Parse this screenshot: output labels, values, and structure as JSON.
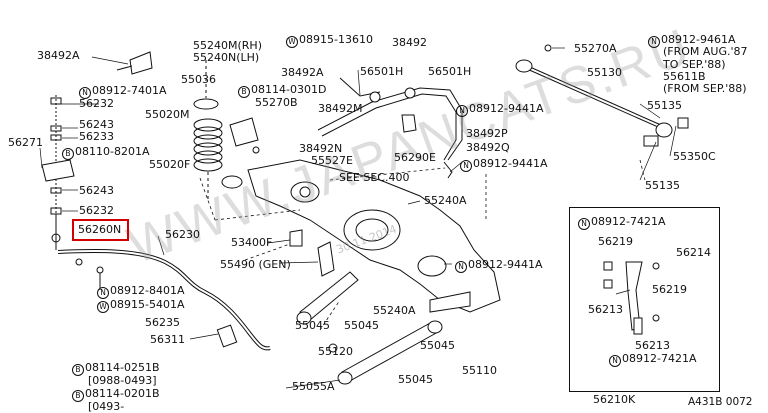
{
  "watermark": "WWW.JAPANCATS.RU",
  "watermark_date": "30.11.2014",
  "figure_code": "A431B 0072",
  "highlight": {
    "text": "56260N",
    "color": "#d40000"
  },
  "labels": [
    {
      "id": "38492a-left",
      "text": "38492A"
    },
    {
      "id": "n08912-7401a",
      "text": "08912-7401A",
      "prefix": "N"
    },
    {
      "id": "56232-top",
      "text": "56232"
    },
    {
      "id": "56243-top",
      "text": "56243"
    },
    {
      "id": "56233",
      "text": "56233"
    },
    {
      "id": "56271",
      "text": "56271"
    },
    {
      "id": "b08110-8201a",
      "text": "08110-8201A",
      "prefix": "B"
    },
    {
      "id": "56243-bot",
      "text": "56243"
    },
    {
      "id": "56232-bot",
      "text": "56232"
    },
    {
      "id": "n08912-8401a",
      "text": "08912-8401A",
      "prefix": "N"
    },
    {
      "id": "w08915-5401a",
      "text": "08915-5401A",
      "prefix": "W"
    },
    {
      "id": "56230",
      "text": "56230"
    },
    {
      "id": "56235",
      "text": "56235"
    },
    {
      "id": "56311",
      "text": "56311"
    },
    {
      "id": "b08114-0251b",
      "text": "08114-0251B",
      "prefix": "B"
    },
    {
      "id": "range-0988",
      "text": "[0988-0493]"
    },
    {
      "id": "b08114-0201b",
      "text": "08114-0201B",
      "prefix": "B"
    },
    {
      "id": "range-0493",
      "text": "[0493-"
    },
    {
      "id": "55240m",
      "text": "55240M(RH)"
    },
    {
      "id": "55240n",
      "text": "55240N(LH)"
    },
    {
      "id": "55036",
      "text": "55036"
    },
    {
      "id": "b08114-0301d",
      "text": "08114-0301D",
      "prefix": "B"
    },
    {
      "id": "55270b",
      "text": "55270B"
    },
    {
      "id": "55020m",
      "text": "55020M"
    },
    {
      "id": "55020f",
      "text": "55020F"
    },
    {
      "id": "w08915-13610",
      "text": "08915-13610",
      "prefix": "W"
    },
    {
      "id": "38492-top",
      "text": "38492"
    },
    {
      "id": "38492a-mid",
      "text": "38492A"
    },
    {
      "id": "56501h-a",
      "text": "56501H"
    },
    {
      "id": "56501h-b",
      "text": "56501H"
    },
    {
      "id": "38492m",
      "text": "38492M"
    },
    {
      "id": "38492n",
      "text": "38492N"
    },
    {
      "id": "55527e",
      "text": "55527E"
    },
    {
      "id": "see-sec",
      "text": "SEE SEC.400"
    },
    {
      "id": "56290e",
      "text": "56290E"
    },
    {
      "id": "38492p",
      "text": "38492P"
    },
    {
      "id": "38492q",
      "text": "38492Q"
    },
    {
      "id": "55270a",
      "text": "55270A"
    },
    {
      "id": "55130",
      "text": "55130"
    },
    {
      "id": "n08912-9441a-a",
      "text": "08912-9441A",
      "prefix": "N"
    },
    {
      "id": "n08912-9441a-b",
      "text": "08912-9441A",
      "prefix": "N"
    },
    {
      "id": "n08912-9461a",
      "text": "08912-9461A",
      "prefix": "N"
    },
    {
      "id": "from-aug",
      "text": "(FROM AUG.'87"
    },
    {
      "id": "to-sep",
      "text": "TO SEP.'88)"
    },
    {
      "id": "55611b",
      "text": "55611B"
    },
    {
      "id": "from-sep",
      "text": "(FROM SEP.'88)"
    },
    {
      "id": "55135-a",
      "text": "55135"
    },
    {
      "id": "55350c",
      "text": "55350C"
    },
    {
      "id": "55135-b",
      "text": "55135"
    },
    {
      "id": "55240a-a",
      "text": "55240A"
    },
    {
      "id": "53400f",
      "text": "53400F"
    },
    {
      "id": "55490",
      "text": "55490 (GEN)"
    },
    {
      "id": "n08912-9441a-c",
      "text": "08912-9441A",
      "prefix": "N"
    },
    {
      "id": "55045-a",
      "text": "55045"
    },
    {
      "id": "55045-b",
      "text": "55045"
    },
    {
      "id": "55240a-b",
      "text": "55240A"
    },
    {
      "id": "55045-c",
      "text": "55045"
    },
    {
      "id": "55120",
      "text": "55120"
    },
    {
      "id": "55110",
      "text": "55110"
    },
    {
      "id": "55055a",
      "text": "55055A"
    },
    {
      "id": "55045-d",
      "text": "55045"
    },
    {
      "id": "n08912-7421a-a",
      "text": "08912-7421A",
      "prefix": "N"
    },
    {
      "id": "56219-a",
      "text": "56219"
    },
    {
      "id": "56214",
      "text": "56214"
    },
    {
      "id": "56219-b",
      "text": "56219"
    },
    {
      "id": "56213-a",
      "text": "56213"
    },
    {
      "id": "56213-b",
      "text": "56213"
    },
    {
      "id": "n08912-7421a-b",
      "text": "08912-7421A",
      "prefix": "N"
    },
    {
      "id": "56210k",
      "text": "56210K"
    }
  ]
}
